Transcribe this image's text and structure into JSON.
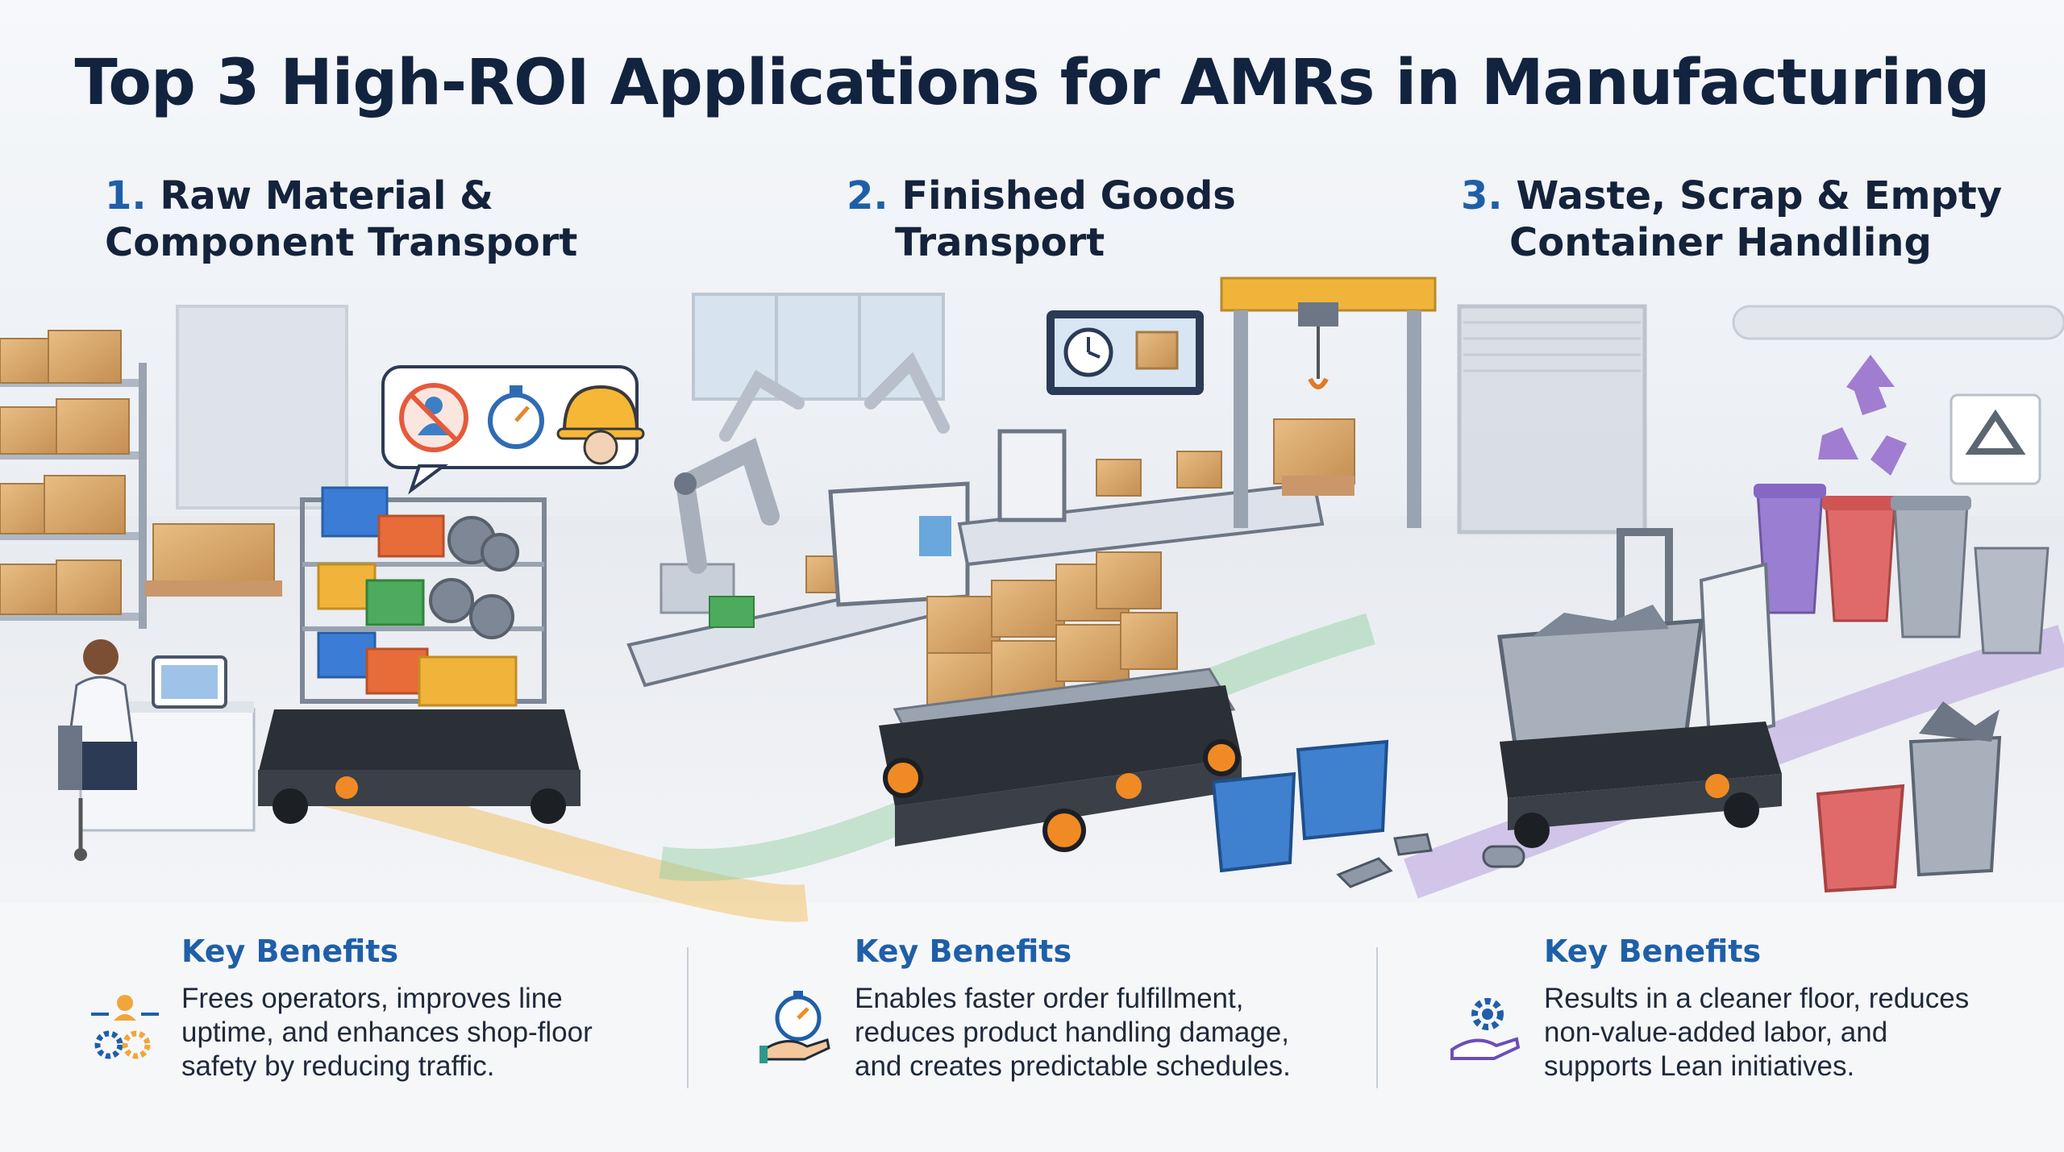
{
  "title": "Top 3 High-ROI Applications for AMRs in Manufacturing",
  "sections": [
    {
      "number": "1.",
      "title_line1": "Raw Material &",
      "title_line2": "Component Transport",
      "benefits_heading": "Key Benefits",
      "benefits_line1": "Frees operators, improves line",
      "benefits_line2": "uptime, and enhances shop-floor",
      "benefits_line3": "safety by reducing traffic.",
      "path_color": "#f2b84b"
    },
    {
      "number": "2.",
      "title_line1": "Finished Goods",
      "title_line2": "Transport",
      "benefits_heading": "Key Benefits",
      "benefits_line1": "Enables faster order fulfillment,",
      "benefits_line2": "reduces product handling damage,",
      "benefits_line3": "and creates predictable schedules.",
      "path_color": "#8fcf9e"
    },
    {
      "number": "3.",
      "title_line1": "Waste, Scrap & Empty",
      "title_line2": "Container Handling",
      "benefits_heading": "Key Benefits",
      "benefits_line1": "Results in a cleaner floor, reduces",
      "benefits_line2": "non-value-added labor, and",
      "benefits_line3": "supports Lean initiatives.",
      "path_color": "#a98bd6"
    }
  ],
  "colors": {
    "title": "#12233f",
    "accent_blue": "#1f5fa8",
    "amr_body": "#2b2f36",
    "amr_orange": "#f08a24",
    "box": "#d9a86a"
  },
  "icons": [
    "no-person-icon",
    "stopwatch-icon",
    "hard-hat-icon",
    "clock-icon",
    "box-icon",
    "recycle-icon",
    "operator-gear-icon",
    "hand-stopwatch-icon",
    "hand-gear-icon"
  ]
}
